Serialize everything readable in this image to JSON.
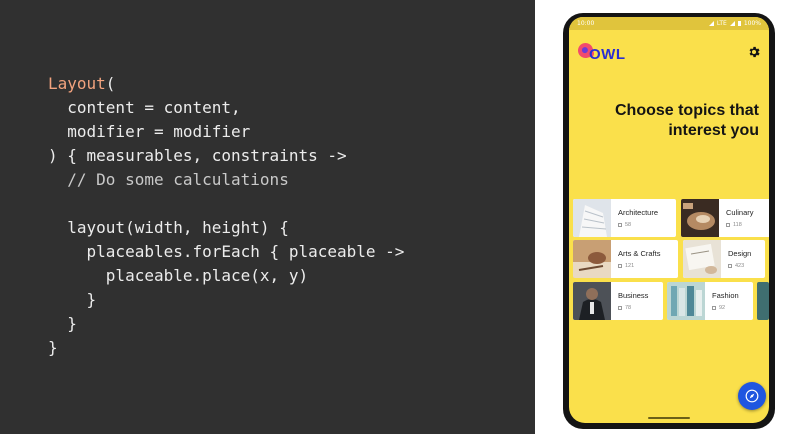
{
  "code": {
    "lines": [
      {
        "parts": [
          {
            "t": "Layout",
            "c": "kw"
          },
          {
            "t": "(",
            "c": ""
          }
        ]
      },
      {
        "parts": [
          {
            "t": "  content = content,",
            "c": ""
          }
        ]
      },
      {
        "parts": [
          {
            "t": "  modifier = modifier",
            "c": ""
          }
        ]
      },
      {
        "parts": [
          {
            "t": ") { measurables, constraints ->",
            "c": ""
          }
        ]
      },
      {
        "parts": [
          {
            "t": "  // Do some calculations",
            "c": "cm"
          }
        ]
      },
      {
        "parts": [
          {
            "t": "",
            "c": ""
          }
        ]
      },
      {
        "parts": [
          {
            "t": "  layout(width, height) {",
            "c": ""
          }
        ]
      },
      {
        "parts": [
          {
            "t": "    placeables.forEach { placeable ->",
            "c": ""
          }
        ]
      },
      {
        "parts": [
          {
            "t": "      placeable.place(x, y)",
            "c": ""
          }
        ]
      },
      {
        "parts": [
          {
            "t": "    }",
            "c": ""
          }
        ]
      },
      {
        "parts": [
          {
            "t": "  }",
            "c": ""
          }
        ]
      },
      {
        "parts": [
          {
            "t": "}",
            "c": ""
          }
        ]
      }
    ]
  },
  "phone": {
    "status_time": "10:00",
    "status_lte": "LTE",
    "status_battery": "100%",
    "brand": "OWL",
    "settings_icon": "gear-icon",
    "headline_line1": "Choose topics that",
    "headline_line2": "interest you",
    "topics": [
      {
        "name": "Architecture",
        "count": "58"
      },
      {
        "name": "Culinary",
        "count": "118"
      },
      {
        "name": "Arts & Crafts",
        "count": "121"
      },
      {
        "name": "Design",
        "count": "423"
      },
      {
        "name": "Business",
        "count": "78"
      },
      {
        "name": "Fashion",
        "count": "92"
      }
    ],
    "fab_icon": "explore-icon",
    "colors": {
      "background": "#fae04b",
      "brand_blue": "#2a2ed3",
      "brand_pink": "#f24a6d",
      "fab": "#1f56e0"
    }
  }
}
